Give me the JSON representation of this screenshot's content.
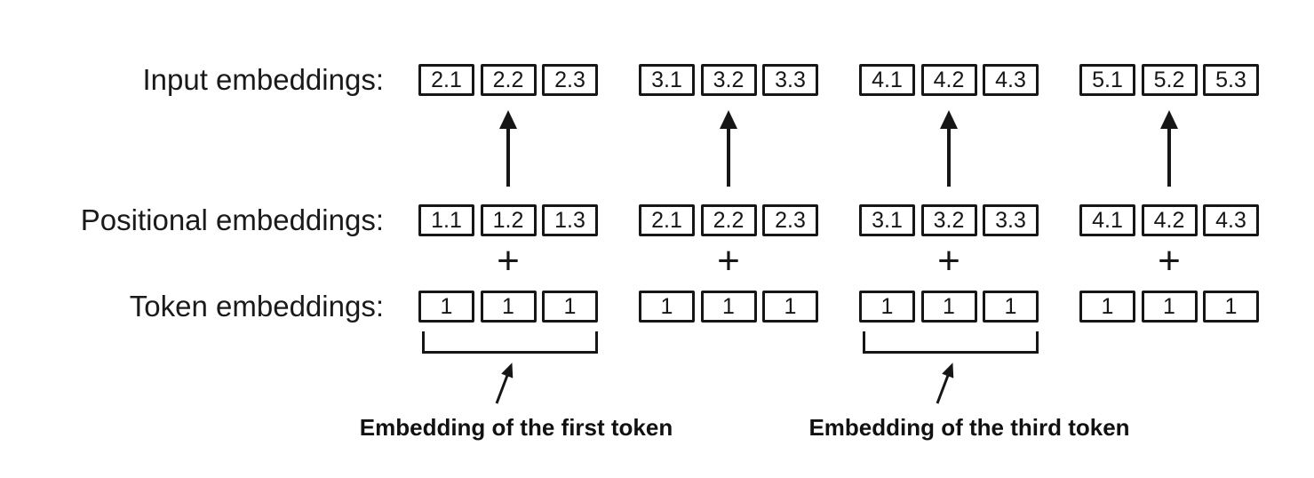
{
  "diagram": {
    "row_labels": {
      "input": "Input embeddings:",
      "positional": "Positional embeddings:",
      "token": "Token embeddings:"
    },
    "plus_sign": "+",
    "columns": [
      {
        "input": [
          "2.1",
          "2.2",
          "2.3"
        ],
        "positional": [
          "1.1",
          "1.2",
          "1.3"
        ],
        "token": [
          "1",
          "1",
          "1"
        ]
      },
      {
        "input": [
          "3.1",
          "3.2",
          "3.3"
        ],
        "positional": [
          "2.1",
          "2.2",
          "2.3"
        ],
        "token": [
          "1",
          "1",
          "1"
        ]
      },
      {
        "input": [
          "4.1",
          "4.2",
          "4.3"
        ],
        "positional": [
          "3.1",
          "3.2",
          "3.3"
        ],
        "token": [
          "1",
          "1",
          "1"
        ]
      },
      {
        "input": [
          "5.1",
          "5.2",
          "5.3"
        ],
        "positional": [
          "4.1",
          "4.2",
          "4.3"
        ],
        "token": [
          "1",
          "1",
          "1"
        ]
      }
    ],
    "annotations": [
      {
        "label": "Embedding of the first token",
        "target_column": 1
      },
      {
        "label": "Embedding of the third token",
        "target_column": 3
      }
    ],
    "colors": {
      "ink": "#161616",
      "background": "#ffffff"
    }
  }
}
